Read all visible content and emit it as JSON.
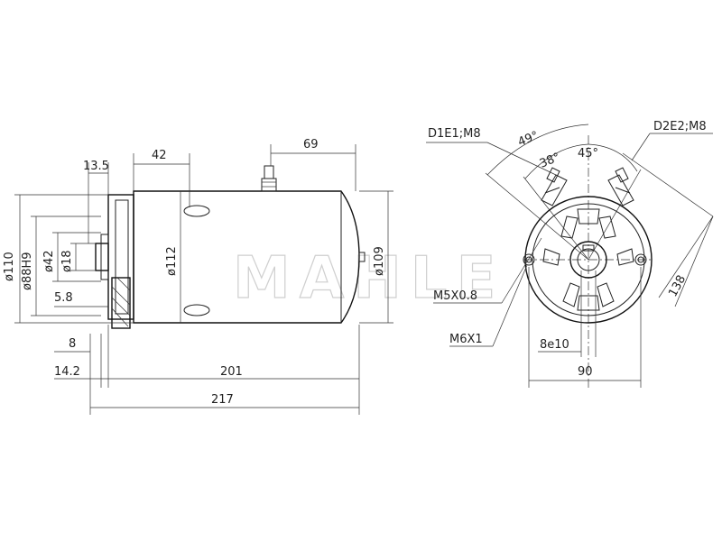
{
  "watermark": "MAHLE",
  "side_view": {
    "dim_13_5": "13.5",
    "dim_42": "42",
    "dim_69": "69",
    "dim_d110": "ø110",
    "dim_d88h9": "ø88H9",
    "dim_d42": "ø42",
    "dim_d18": "ø18",
    "dim_5_8": "5.8",
    "dim_d112": "ø112",
    "dim_d109": "ø109",
    "dim_8": "8",
    "dim_14_2": "14.2",
    "dim_201": "201",
    "dim_217": "217"
  },
  "end_view": {
    "label_d1e1": "D1E1;M8",
    "label_d2e2": "D2E2;M8",
    "angle_49": "49°",
    "angle_38": "38°",
    "angle_45": "45°",
    "label_m5": "M5X0.8",
    "label_m6": "M6X1",
    "label_8e10": "8e10",
    "dim_90": "90",
    "dim_138": "138"
  }
}
